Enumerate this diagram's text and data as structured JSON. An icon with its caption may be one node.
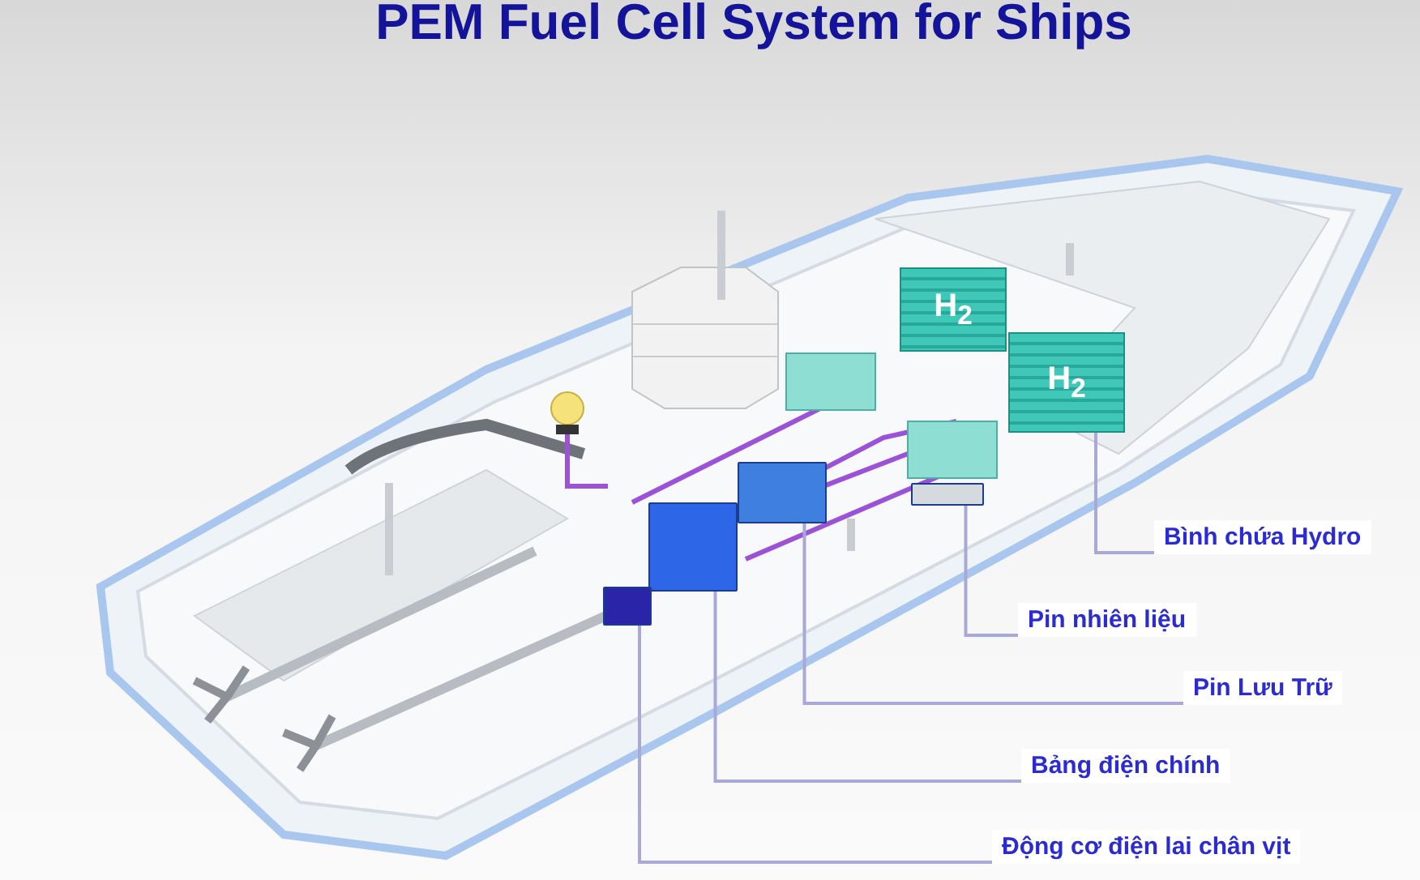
{
  "diagram": {
    "title": "PEM Fuel Cell System for Ships",
    "nodes": [
      {
        "text": [
          "H$_{2}$"
        ]
      },
      {
        "text": [
          "H$_{2}$"
        ]
      },
      {
        "text": [],
        "shape": "box"
      },
      {
        "text": [],
        "shape": "box"
      },
      {
        "text": [],
        "shape": "box"
      },
      {
        "text": [],
        "shape": "box"
      },
      {
        "text": [
          "Bình chứa Hydro"
        ]
      },
      {
        "text": [
          "Pin nhiên liệu"
        ]
      },
      {
        "text": [
          "Pin Lưu Trữ"
        ]
      },
      {
        "text": [
          "Bảng điện chính"
        ]
      },
      {
        "text": [
          "Động cơ điện lai chân vịt"
        ]
      }
    ],
    "edges": [
      {
        "from": 6,
        "to": 1,
        "arrow": "none"
      },
      {
        "from": 7,
        "to": 2,
        "arrow": "none"
      },
      {
        "from": 8,
        "to": 3,
        "arrow": "none"
      },
      {
        "from": 9,
        "to": 4,
        "arrow": "none"
      },
      {
        "from": 10,
        "to": 5,
        "arrow": "none"
      }
    ]
  }
}
